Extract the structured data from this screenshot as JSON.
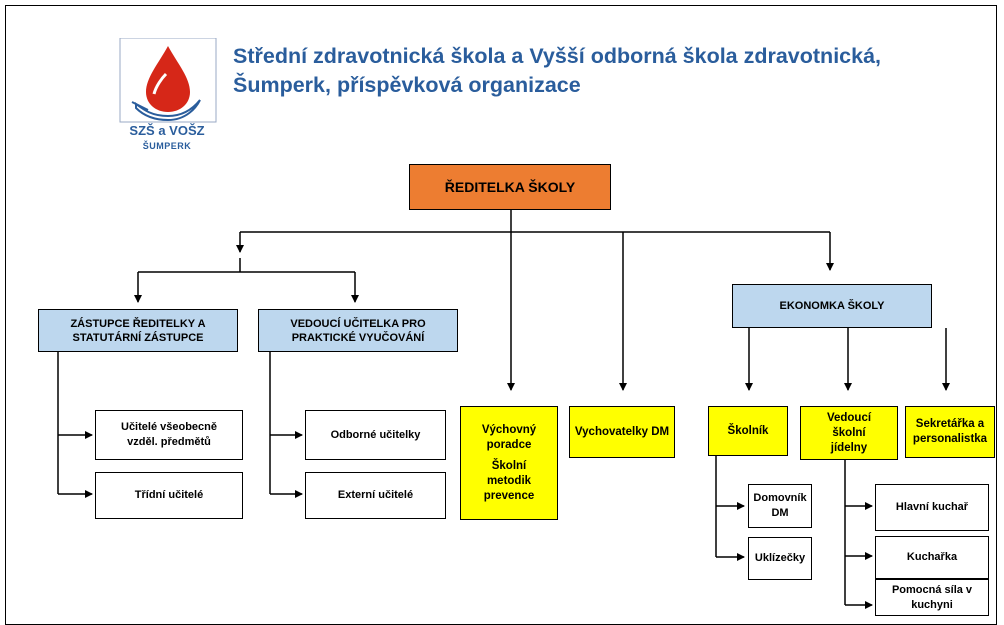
{
  "header": {
    "line1": "Střední zdravotnická škola a Vyšší odborná škola zdravotnická,",
    "line2": "Šumperk, příspěvková organizace"
  },
  "logo": {
    "line1": "SZŠ a VOŠZ",
    "line2": "ŠUMPERK"
  },
  "nodes": {
    "reditelka": "ŘEDITELKA ŠKOLY",
    "zastupce": "ZÁSTUPCE ŘEDITELKY A STATUTÁRNÍ ZÁSTUPCE",
    "vedouci_ucitelka": "VEDOUCÍ UČITELKA PRO PRAKTICKÉ VYUČOVÁNÍ",
    "ekonomka": "EKONOMKA ŠKOLY",
    "vychovny_poradce": "Výchovný poradce",
    "skolni_metodik": "Školní metodik prevence",
    "vychovatelky": "Vychovatelky DM",
    "skolnik": "Školník",
    "vedouci_jidelny": "Vedoucí školní jídelny",
    "sekretarka": "Sekretářka a personalistka",
    "ucitele_vseobecne": "Učitelé všeobecně vzděl. předmětů",
    "tridni_ucitele": "Třídní učitelé",
    "odborne_ucitelky": "Odborné učitelky",
    "externi_ucitele": "Externí učitelé",
    "domovnik": "Domovník DM",
    "uklizecky": "Uklízečky",
    "hlavni_kuchar": "Hlavní kuchař",
    "kucharka": "Kuchařka",
    "pomocna_sila": "Pomocná síla v kuchyni"
  },
  "colors": {
    "brand_blue": "#2a5d9c",
    "director_orange": "#ed7d31",
    "manager_blue": "#bdd7ee",
    "staff_yellow": "#ffff00",
    "logo_red": "#d62718"
  }
}
